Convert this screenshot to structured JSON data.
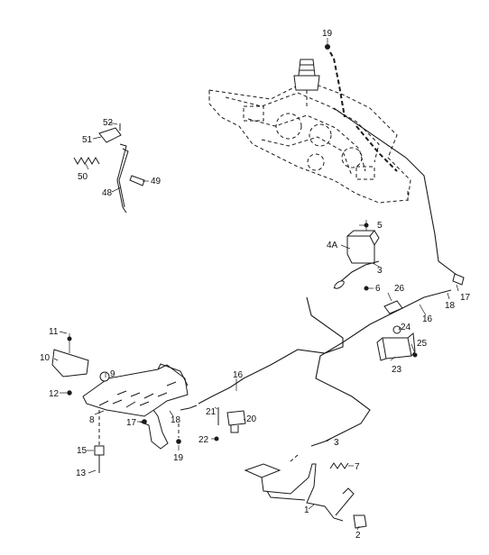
{
  "callouts": {
    "c1": "1",
    "c2": "2",
    "c3a": "3",
    "c3b": "3",
    "c4a": "4A",
    "c5": "5",
    "c6": "6",
    "c7": "7",
    "c8": "8",
    "c9": "9",
    "c10": "10",
    "c11": "11",
    "c12": "12",
    "c15": "15",
    "c13": "13",
    "c16a": "16",
    "c16b": "16",
    "c17a": "17",
    "c17b": "17",
    "c18a": "18",
    "c18b": "18",
    "c19a": "19",
    "c19b": "19",
    "c20": "20",
    "c21": "21",
    "c22": "22",
    "c23": "23",
    "c24": "24",
    "c25": "25",
    "c26": "26",
    "c48": "48",
    "c49": "49",
    "c50": "50",
    "c51": "51",
    "c52": "52"
  }
}
